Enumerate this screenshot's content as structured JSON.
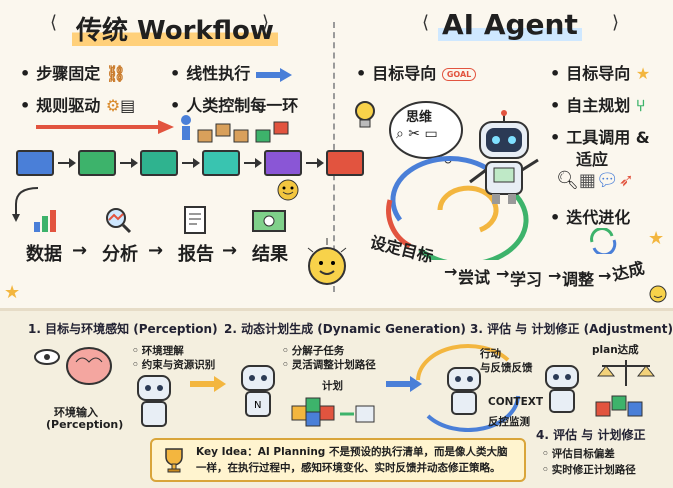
{
  "left_title": "传统 Workflow",
  "right_title": "AI Agent",
  "left_bullets": [
    "步骤固定",
    "线性执行",
    "规则驱动",
    "人类控制每一环"
  ],
  "left_steps": [
    "数据",
    "分析",
    "报告",
    "结果"
  ],
  "right_goal_small": "GOAL",
  "right_bullets": [
    "目标导向",
    "目标导向",
    "自主规划",
    "工具调用 &",
    "适应",
    "迭代进化"
  ],
  "think_label": "思维",
  "loop_words": [
    "设定目标",
    "尝试",
    "学习",
    "调整",
    "达成"
  ],
  "sections": {
    "s1": "1. 目标与环境感知 (Perception)",
    "s2": "2. 动态计划生成 (Dynamic Generation)",
    "s3": "3. 评估 与 计划修正 (Adjustment)",
    "s4": "4. 评估 与 计划修正"
  },
  "s1_items": [
    "环境理解",
    "约束与资源识别"
  ],
  "s1_input": "环境输入",
  "s1_input2": "(Perception)",
  "s2_items": [
    "分解子任务",
    "灵活调整计划路径"
  ],
  "s2_plan": "计划",
  "s3_action": "行动",
  "s3_feedback": "与反馈反馈",
  "s3_context": "CONTEXT",
  "s3_monitor": "反控监测",
  "s3_plan_done": "plan达成",
  "s4_items": [
    "评估目标偏差",
    "实时修正计划路径"
  ],
  "key_idea_line1": "Key Idea：AI Planning 不是预设的执行清单，而是像人类大脑",
  "key_idea_line2": "一样，在执行过程中，感知环境变化、实时反馈并动态修正策略。",
  "colors": {
    "box1": "#4a7fd8",
    "box2": "#3db36b",
    "box3": "#2fb38f",
    "box4": "#39c4b0",
    "box5": "#8a56d6",
    "box6": "#e2543f",
    "accent": "#f3b63f"
  }
}
